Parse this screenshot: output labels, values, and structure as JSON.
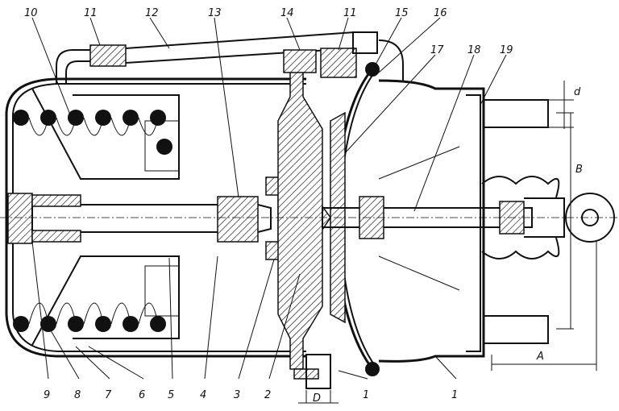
{
  "callouts": {
    "c1a": "1",
    "c1b": "1",
    "c2": "2",
    "c3": "3",
    "c4": "4",
    "c5": "5",
    "c6": "6",
    "c7": "7",
    "c8": "8",
    "c9": "9",
    "c10": "10",
    "c11": "11",
    "c11b": "11",
    "c12": "12",
    "c13": "13",
    "c14": "14",
    "c15": "15",
    "c16": "16",
    "c17": "17",
    "c18": "18",
    "c19": "19"
  },
  "dimensions": {
    "d": "d",
    "B": "B",
    "A": "A",
    "D": "D"
  }
}
